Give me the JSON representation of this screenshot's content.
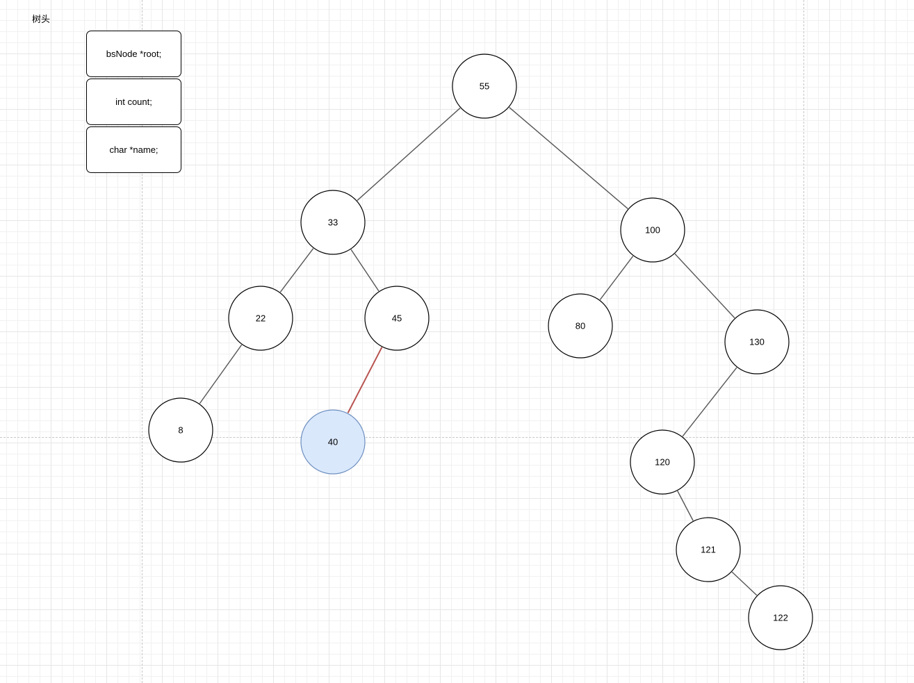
{
  "title": "树头",
  "struct_fields": [
    {
      "label": "bsNode *root;"
    },
    {
      "label": "int count;"
    },
    {
      "label": "char *name;"
    }
  ],
  "colors": {
    "node_fill": "#ffffff",
    "node_stroke": "#000000",
    "highlight_fill": "#dae8fc",
    "highlight_stroke": "#6c8ebf",
    "edge": "#555555",
    "highlight_edge": "#b85450"
  },
  "tree": {
    "nodes": [
      {
        "id": "n55",
        "label": "55"
      },
      {
        "id": "n33",
        "label": "33"
      },
      {
        "id": "n100",
        "label": "100"
      },
      {
        "id": "n22",
        "label": "22"
      },
      {
        "id": "n45",
        "label": "45"
      },
      {
        "id": "n80",
        "label": "80"
      },
      {
        "id": "n130",
        "label": "130"
      },
      {
        "id": "n8",
        "label": "8"
      },
      {
        "id": "n40",
        "label": "40",
        "highlighted": true
      },
      {
        "id": "n120",
        "label": "120"
      },
      {
        "id": "n121",
        "label": "121"
      },
      {
        "id": "n122",
        "label": "122"
      }
    ],
    "edges": [
      {
        "from": "n55",
        "to": "n33"
      },
      {
        "from": "n55",
        "to": "n100"
      },
      {
        "from": "n33",
        "to": "n22"
      },
      {
        "from": "n33",
        "to": "n45"
      },
      {
        "from": "n100",
        "to": "n80"
      },
      {
        "from": "n100",
        "to": "n130"
      },
      {
        "from": "n22",
        "to": "n8"
      },
      {
        "from": "n45",
        "to": "n40",
        "highlighted": true
      },
      {
        "from": "n130",
        "to": "n120"
      },
      {
        "from": "n120",
        "to": "n121"
      },
      {
        "from": "n121",
        "to": "n122"
      }
    ]
  }
}
